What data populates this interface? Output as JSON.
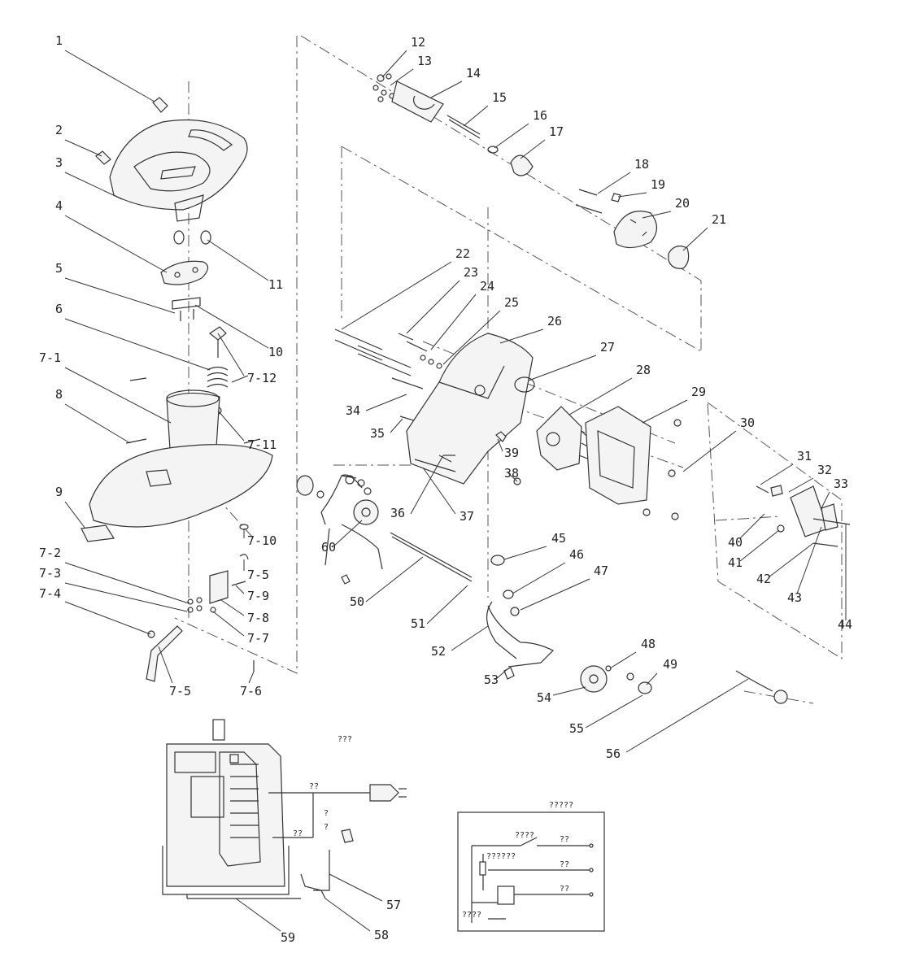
{
  "callouts": [
    {
      "id": "c1",
      "text": "1"
    },
    {
      "id": "c2",
      "text": "2"
    },
    {
      "id": "c3",
      "text": "3"
    },
    {
      "id": "c4",
      "text": "4"
    },
    {
      "id": "c5",
      "text": "5"
    },
    {
      "id": "c6",
      "text": "6"
    },
    {
      "id": "c7_1",
      "text": "7-1"
    },
    {
      "id": "c8",
      "text": "8"
    },
    {
      "id": "c9",
      "text": "9"
    },
    {
      "id": "c7_2",
      "text": "7-2"
    },
    {
      "id": "c7_3",
      "text": "7-3"
    },
    {
      "id": "c7_4",
      "text": "7-4"
    },
    {
      "id": "c7_5b",
      "text": "7-5"
    },
    {
      "id": "c7_6",
      "text": "7-6"
    },
    {
      "id": "c7_7",
      "text": "7-7"
    },
    {
      "id": "c7_8",
      "text": "7-8"
    },
    {
      "id": "c7_9",
      "text": "7-9"
    },
    {
      "id": "c7_5a",
      "text": "7-5"
    },
    {
      "id": "c7_10",
      "text": "7-10"
    },
    {
      "id": "c7_11",
      "text": "7-11"
    },
    {
      "id": "c7_12",
      "text": "7-12"
    },
    {
      "id": "c10",
      "text": "10"
    },
    {
      "id": "c11",
      "text": "11"
    },
    {
      "id": "c12",
      "text": "12"
    },
    {
      "id": "c13",
      "text": "13"
    },
    {
      "id": "c14",
      "text": "14"
    },
    {
      "id": "c15",
      "text": "15"
    },
    {
      "id": "c16",
      "text": "16"
    },
    {
      "id": "c17",
      "text": "17"
    },
    {
      "id": "c18",
      "text": "18"
    },
    {
      "id": "c19",
      "text": "19"
    },
    {
      "id": "c20",
      "text": "20"
    },
    {
      "id": "c21",
      "text": "21"
    },
    {
      "id": "c22",
      "text": "22"
    },
    {
      "id": "c23",
      "text": "23"
    },
    {
      "id": "c24",
      "text": "24"
    },
    {
      "id": "c25",
      "text": "25"
    },
    {
      "id": "c26",
      "text": "26"
    },
    {
      "id": "c27",
      "text": "27"
    },
    {
      "id": "c28",
      "text": "28"
    },
    {
      "id": "c29",
      "text": "29"
    },
    {
      "id": "c30",
      "text": "30"
    },
    {
      "id": "c31",
      "text": "31"
    },
    {
      "id": "c32",
      "text": "32"
    },
    {
      "id": "c33",
      "text": "33"
    },
    {
      "id": "c34",
      "text": "34"
    },
    {
      "id": "c35",
      "text": "35"
    },
    {
      "id": "c36",
      "text": "36"
    },
    {
      "id": "c37",
      "text": "37"
    },
    {
      "id": "c38",
      "text": "38"
    },
    {
      "id": "c39",
      "text": "39"
    },
    {
      "id": "c40",
      "text": "40"
    },
    {
      "id": "c41",
      "text": "41"
    },
    {
      "id": "c42",
      "text": "42"
    },
    {
      "id": "c43",
      "text": "43"
    },
    {
      "id": "c44",
      "text": "44"
    },
    {
      "id": "c45",
      "text": "45"
    },
    {
      "id": "c46",
      "text": "46"
    },
    {
      "id": "c47",
      "text": "47"
    },
    {
      "id": "c48",
      "text": "48"
    },
    {
      "id": "c49",
      "text": "49"
    },
    {
      "id": "c50",
      "text": "50"
    },
    {
      "id": "c51",
      "text": "51"
    },
    {
      "id": "c52",
      "text": "52"
    },
    {
      "id": "c53",
      "text": "53"
    },
    {
      "id": "c54",
      "text": "54"
    },
    {
      "id": "c55",
      "text": "55"
    },
    {
      "id": "c56",
      "text": "56"
    },
    {
      "id": "c57",
      "text": "57"
    },
    {
      "id": "c58",
      "text": "58"
    },
    {
      "id": "c59",
      "text": "59"
    },
    {
      "id": "c60",
      "text": "60"
    }
  ],
  "wiring_labels": {
    "motor_title": "???",
    "wire_top": "??",
    "wire_mid_1": "?",
    "wire_mid_2": "?",
    "wire_bottom": "??",
    "schematic_title": "?????",
    "sw_label": "????",
    "sw_out": "??",
    "cap_label": "??????",
    "out_2": "??",
    "out_3": "??",
    "bottom_label": "????"
  }
}
